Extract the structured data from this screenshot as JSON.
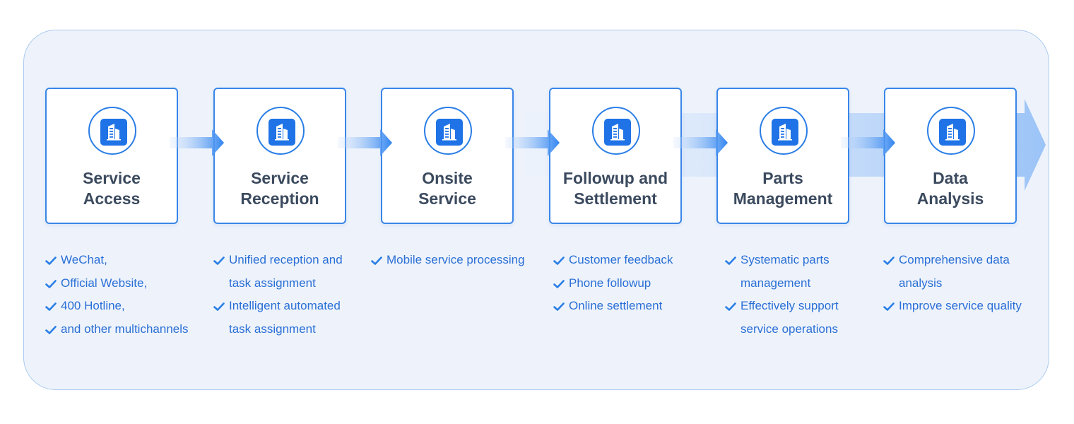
{
  "colors": {
    "accent": "#1f73e6",
    "title": "#3b4a5e",
    "panel": "#eef3fb",
    "list_text": "#2a6fd6"
  },
  "icon": "building-icon",
  "steps": [
    {
      "title": [
        "Service",
        "Access"
      ],
      "items": [
        [
          "WeChat,"
        ],
        [
          "Official Website,"
        ],
        [
          "400 Hotline,"
        ],
        [
          "and other multichannels"
        ]
      ]
    },
    {
      "title": [
        "Service",
        "Reception"
      ],
      "items": [
        [
          "Unified reception and",
          "task assignment"
        ],
        [
          "Intelligent automated",
          "task assignment"
        ]
      ]
    },
    {
      "title": [
        "Onsite",
        "Service"
      ],
      "items": [
        [
          "Mobile service processing"
        ]
      ]
    },
    {
      "title": [
        "Followup and",
        "Settlement"
      ],
      "items": [
        [
          "Customer feedback"
        ],
        [
          "Phone followup"
        ],
        [
          "Online settlement"
        ]
      ]
    },
    {
      "title": [
        "Parts",
        "Management"
      ],
      "items": [
        [
          "Systematic parts",
          "management"
        ],
        [
          "Effectively support",
          "service operations"
        ]
      ]
    },
    {
      "title": [
        "Data",
        "Analysis"
      ],
      "items": [
        [
          "Comprehensive data",
          "analysis"
        ],
        [
          "Improve service quality"
        ]
      ]
    }
  ]
}
